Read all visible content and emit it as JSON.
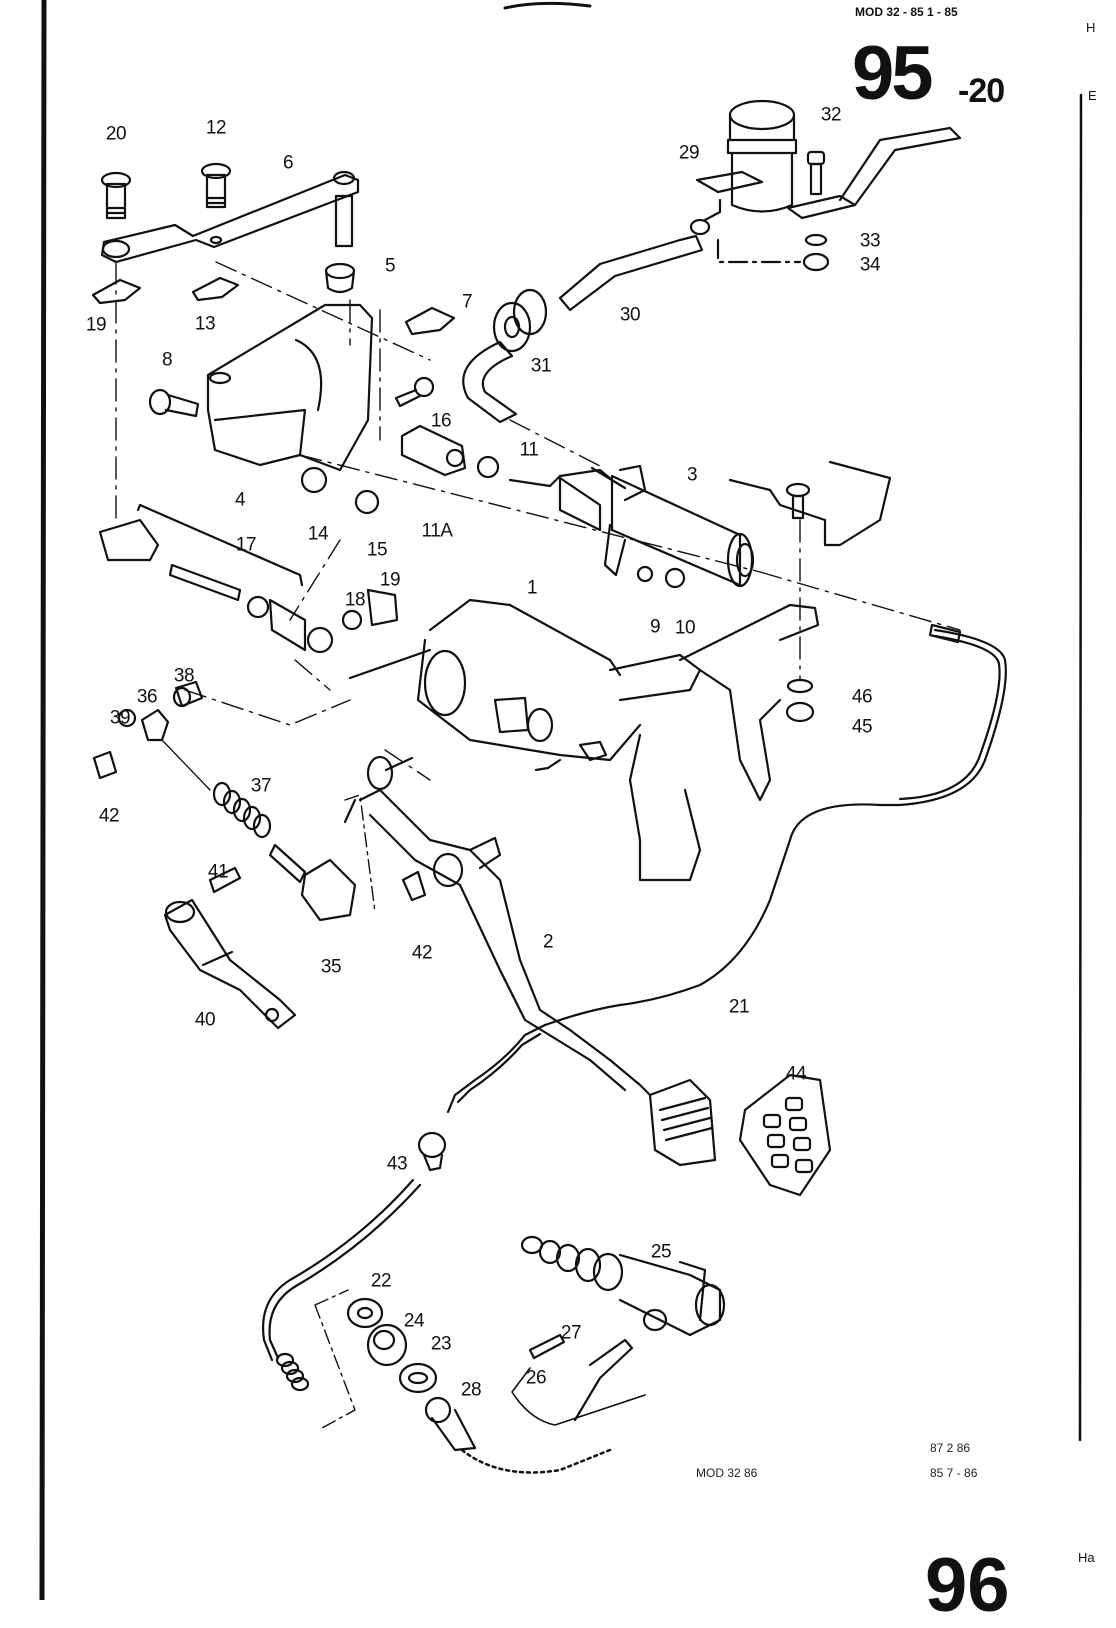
{
  "header": {
    "model_range": "MOD 32 - 85  1 - 85",
    "page_number": "95",
    "page_suffix": "-20"
  },
  "footer": {
    "line1": "87  2  86",
    "model": "MOD 32  86",
    "line2": "85  7 - 86",
    "next_page_fragment": "96"
  },
  "edge_text": {
    "right_top": "H",
    "right_mid": "E",
    "right_bottom": "Ha"
  },
  "diagram": {
    "subject": "Clutch pedal assembly and hydraulic clutch system (exploded view)",
    "callouts": [
      {
        "id": "c20a",
        "label": "20"
      },
      {
        "id": "c12",
        "label": "12"
      },
      {
        "id": "c6",
        "label": "6"
      },
      {
        "id": "c5",
        "label": "5"
      },
      {
        "id": "c19a",
        "label": "19"
      },
      {
        "id": "c13",
        "label": "13"
      },
      {
        "id": "c7",
        "label": "7"
      },
      {
        "id": "c8",
        "label": "8"
      },
      {
        "id": "c16",
        "label": "16"
      },
      {
        "id": "c4",
        "label": "4"
      },
      {
        "id": "c14",
        "label": "14"
      },
      {
        "id": "c15",
        "label": "15"
      },
      {
        "id": "c11A",
        "label": "11A"
      },
      {
        "id": "c11",
        "label": "11"
      },
      {
        "id": "c17",
        "label": "17"
      },
      {
        "id": "c18",
        "label": "18"
      },
      {
        "id": "c19b",
        "label": "19"
      },
      {
        "id": "c29",
        "label": "29"
      },
      {
        "id": "c32",
        "label": "32"
      },
      {
        "id": "c33",
        "label": "33"
      },
      {
        "id": "c34",
        "label": "34"
      },
      {
        "id": "c30",
        "label": "30"
      },
      {
        "id": "c31",
        "label": "31"
      },
      {
        "id": "c3",
        "label": "3"
      },
      {
        "id": "c9",
        "label": "9"
      },
      {
        "id": "c10",
        "label": "10"
      },
      {
        "id": "c1",
        "label": "1"
      },
      {
        "id": "c46",
        "label": "46"
      },
      {
        "id": "c45",
        "label": "45"
      },
      {
        "id": "c38",
        "label": "38"
      },
      {
        "id": "c36",
        "label": "36"
      },
      {
        "id": "c39",
        "label": "39"
      },
      {
        "id": "c42a",
        "label": "42"
      },
      {
        "id": "c37",
        "label": "37"
      },
      {
        "id": "c41",
        "label": "41"
      },
      {
        "id": "c35",
        "label": "35"
      },
      {
        "id": "c42b",
        "label": "42"
      },
      {
        "id": "c40",
        "label": "40"
      },
      {
        "id": "c2",
        "label": "2"
      },
      {
        "id": "c21",
        "label": "21"
      },
      {
        "id": "c44",
        "label": "44"
      },
      {
        "id": "c43",
        "label": "43"
      },
      {
        "id": "c25",
        "label": "25"
      },
      {
        "id": "c22",
        "label": "22"
      },
      {
        "id": "c24",
        "label": "24"
      },
      {
        "id": "c23",
        "label": "23"
      },
      {
        "id": "c27",
        "label": "27"
      },
      {
        "id": "c26",
        "label": "26"
      },
      {
        "id": "c28",
        "label": "28"
      }
    ]
  }
}
